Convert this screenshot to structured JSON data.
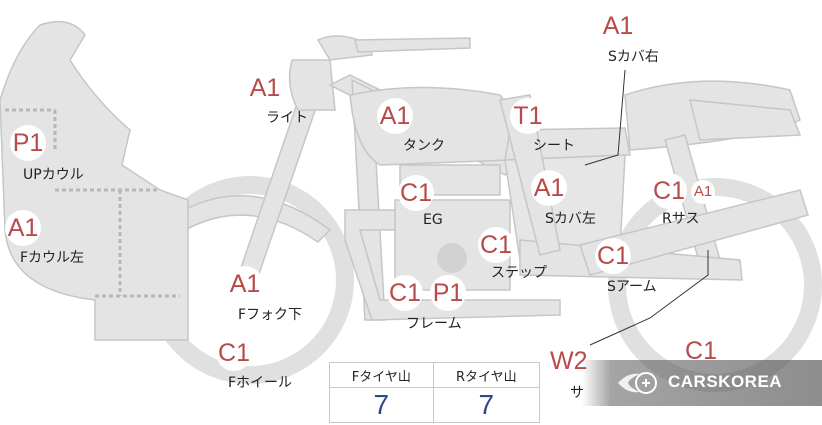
{
  "parts": [
    {
      "code": "A1",
      "label": "Sカバ右"
    },
    {
      "code": "A1",
      "label": "ライト"
    },
    {
      "code": "A1",
      "label": "タンク"
    },
    {
      "code": "T1",
      "label": "シート"
    },
    {
      "code": "P1",
      "label": "UPカウル"
    },
    {
      "code": "A1",
      "label": "Fカウル左"
    },
    {
      "code": "C1",
      "label": "EG"
    },
    {
      "code": "A1",
      "label": "Sカバ左"
    },
    {
      "code": "C1",
      "label": "Rサス"
    },
    {
      "code": "C1",
      "label": "ステップ"
    },
    {
      "code": "C1",
      "label": "Sアーム"
    },
    {
      "code": "A1",
      "label": "Fフォク下"
    },
    {
      "code": "C1",
      "label": "フレーム"
    },
    {
      "code": "P1",
      "label": ""
    },
    {
      "code": "C1",
      "label": "Fホイール"
    },
    {
      "code": "W2",
      "label": "サ"
    },
    {
      "code": "C1",
      "label": ""
    },
    {
      "code": "A1",
      "label": ""
    }
  ],
  "tire_table": {
    "front_header": "Fタイヤ山",
    "rear_header": "Rタイヤ山",
    "front_value": "7",
    "rear_value": "7"
  },
  "watermark": {
    "text": "CARSKOREA",
    "icon": "carskorea-logo-icon"
  },
  "colors": {
    "code_red": "#b84a4a",
    "value_blue": "#2e4a8c",
    "bike_fill": "#e3e3e3"
  }
}
